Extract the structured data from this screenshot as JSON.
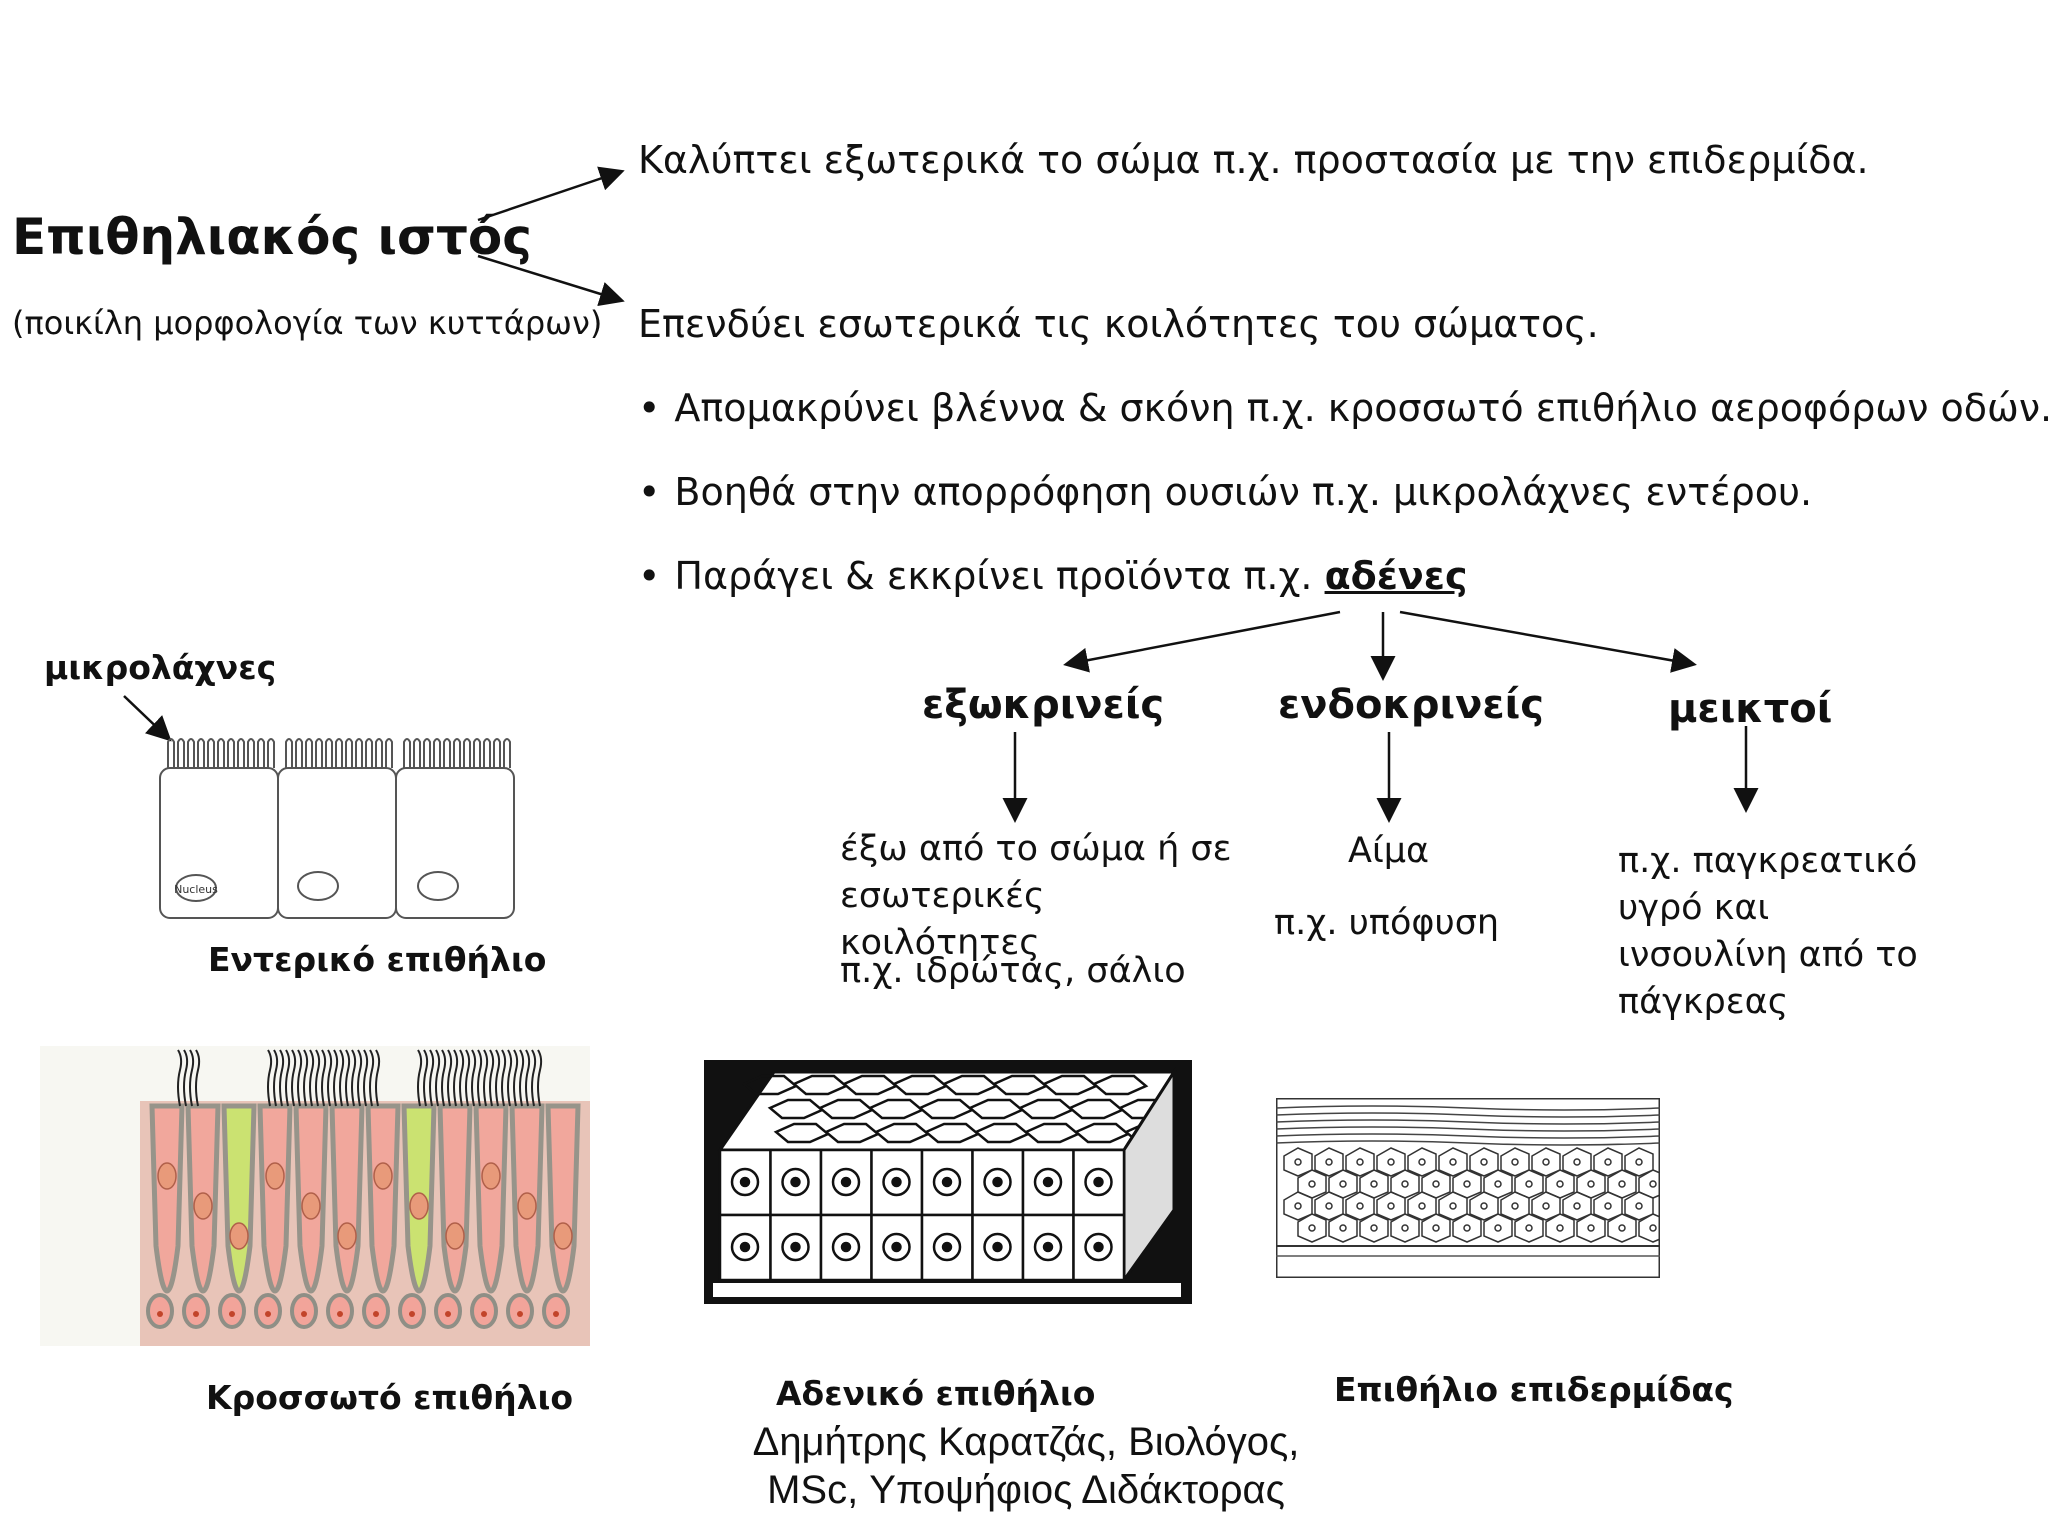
{
  "main": {
    "title": "Επιθηλιακός ιστός",
    "subtitle": "(ποικίλη μορφολογία των κυττάρων)",
    "covers": "Καλύπτει εξωτερικά το σώμα π.χ. προστασία με την επιδερμίδα.",
    "lines": "Επενδύει εσωτερικά τις κοιλότητες του σώματος.",
    "bullets": [
      "Απομακρύνει βλέννα & σκόνη π.χ. κροσσωτό επιθήλιο αεροφόρων οδών.",
      "Βοηθά στην απορρόφηση ουσιών π.χ. μικρολάχνες εντέρου."
    ],
    "bullet3_prefix": "Παράγει & εκκρίνει προϊόντα  π.χ. ",
    "bullet3_glands": "αδένες",
    "bullet_symbol": "•"
  },
  "glands": {
    "exocrine": {
      "label": "εξωκρινείς",
      "desc1": "έξω από το σώμα ή σε εσωτερικές κοιλότητες",
      "desc2": "π.χ. ιδρώτας, σάλιο"
    },
    "endocrine": {
      "label": "ενδοκρινείς",
      "desc1": "Αίμα",
      "desc2": "π.χ. υπόφυση"
    },
    "mixed": {
      "label": "μεικτοί",
      "desc1": "π.χ. παγκρεατικό υγρό και ινσουλίνη από το πάγκρεας"
    }
  },
  "figures": {
    "microvilli_label": "μικρολάχνες",
    "nucleus_label": "Nucleus",
    "intestinal_caption": "Εντερικό επιθήλιο",
    "ciliated_caption": "Κροσσωτό επιθήλιο",
    "glandular_caption": "Αδενικό επιθήλιο",
    "epidermis_caption": "Επιθήλιο επιδερμίδας"
  },
  "author": {
    "line1": "Δημήτρης Καρατζάς, Βιολόγος,",
    "line2": "MSc, Υποψήφιος Διδάκτορας"
  },
  "colors": {
    "text": "#111111",
    "ciliated_pink": "#f2a49a",
    "ciliated_green": "#c8e66a",
    "ciliated_grey": "#8f8f86"
  }
}
